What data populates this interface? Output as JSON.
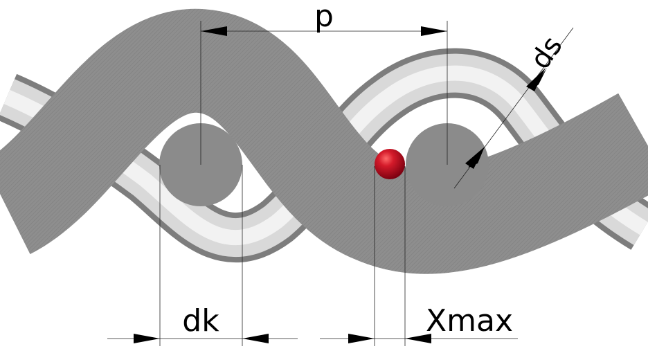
{
  "labels": {
    "pitch": "p",
    "wire_diameter": "ds",
    "core_diameter": "dk",
    "max_gap": "Xmax"
  },
  "colors": {
    "background": "#ffffff",
    "section_fill": "#8e8e8e",
    "hatch": "#7a7a7a",
    "tube_light": "#f2f2f2",
    "tube_mid": "#c9c9c9",
    "tube_dark": "#8a8a8a",
    "core_fill": "#8b8b8b",
    "ball_red": "#c8102e",
    "line": "#000000"
  }
}
